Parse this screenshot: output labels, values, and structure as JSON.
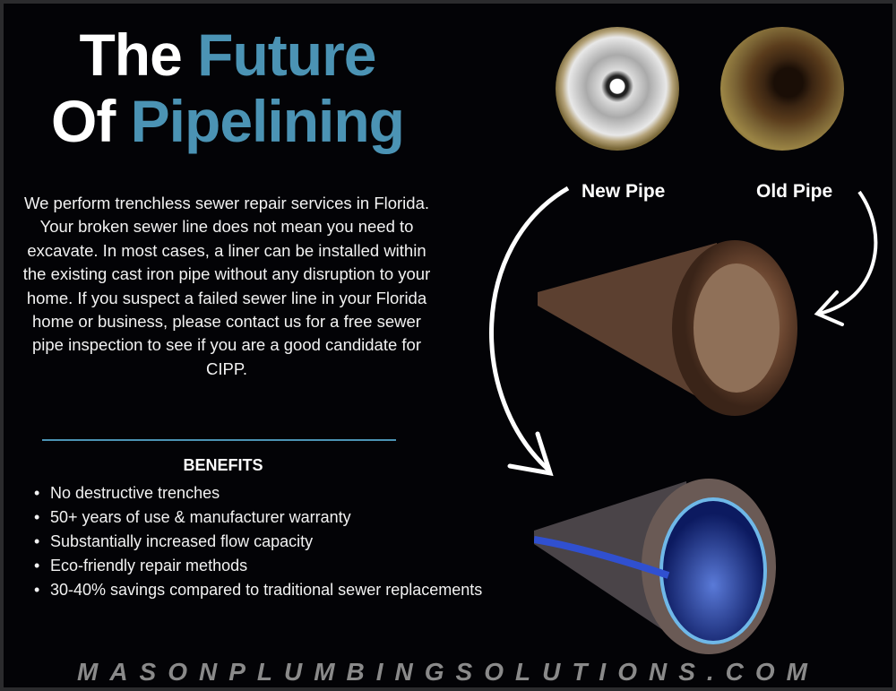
{
  "title": {
    "line1_white": "The",
    "line1_accent": "Future",
    "line2_white": "Of",
    "line2_accent": "Pipelining"
  },
  "description": "We perform trenchless sewer repair services in Florida. Your broken sewer line does not mean you need to excavate. In most cases, a liner can be installed within the existing cast iron pipe without any disruption to your home. If you suspect a failed sewer line in your Florida home or business, please contact us for a free sewer pipe inspection to see if you are a good candidate for CIPP.",
  "benefits": {
    "heading": "BENEFITS",
    "items": [
      "No destructive trenches",
      "50+ years of use & manufacturer warranty",
      "Substantially increased flow capacity",
      "Eco-friendly repair methods",
      "30-40% savings compared to traditional sewer replacements"
    ]
  },
  "images": {
    "new_pipe_label": "New Pipe",
    "old_pipe_label": "Old Pipe"
  },
  "footer": "MASONPLUMBINGSOLUTIONS.COM",
  "colors": {
    "accent": "#4b93b4",
    "background": "#030306",
    "footer_text": "#8a8a8a"
  }
}
